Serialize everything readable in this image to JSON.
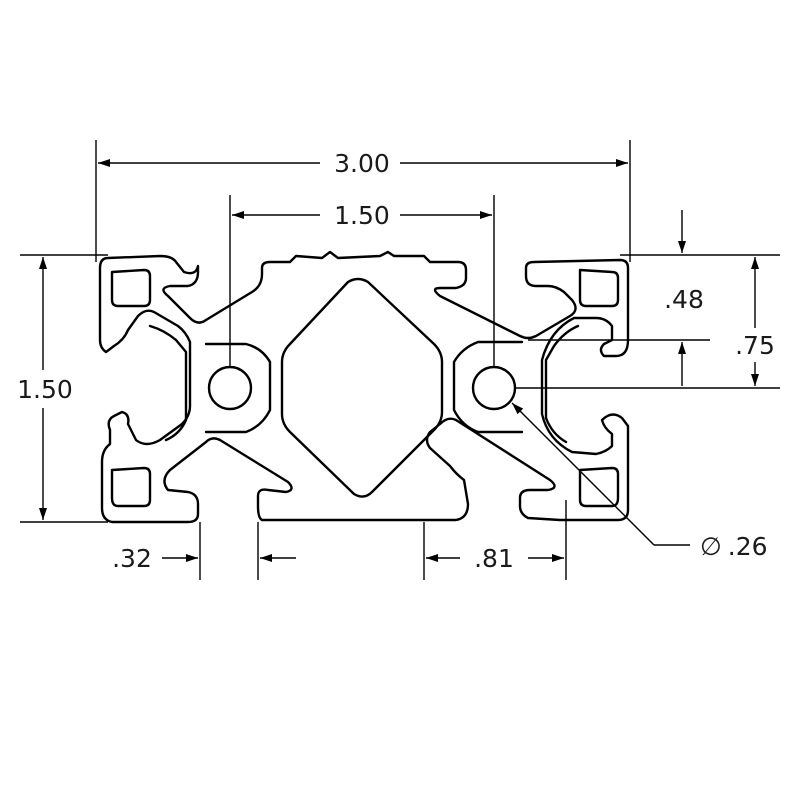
{
  "dimensions": {
    "overall_width": "3.00",
    "hole_spacing": "1.50",
    "overall_height": "1.50",
    "slot_depth": ".48",
    "center_height": ".75",
    "slot_opening": ".32",
    "slot_width": ".81",
    "hole_diameter": ".26",
    "diameter_symbol": "∅"
  }
}
